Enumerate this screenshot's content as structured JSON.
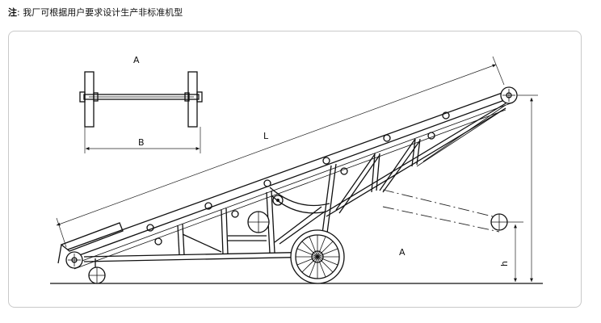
{
  "note": {
    "label": "注",
    "text": ": 我厂可根据用户要求设计生产非标准机型"
  },
  "diagram": {
    "top_view_label": "A",
    "width_label": "B",
    "length_label": "L",
    "height_label": "h",
    "side_label": "A"
  }
}
